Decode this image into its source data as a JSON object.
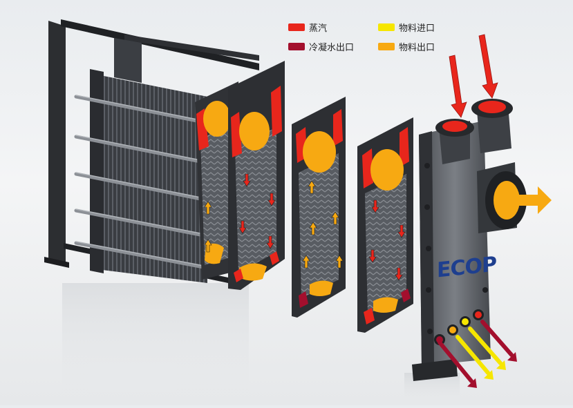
{
  "legend": {
    "items": [
      {
        "label": "蒸汽",
        "color": "#e8261c"
      },
      {
        "label": "冷凝水出口",
        "color": "#a30f2d"
      },
      {
        "label": "物料进口",
        "color": "#f6e600"
      },
      {
        "label": "物料出口",
        "color": "#f7a912"
      }
    ]
  },
  "brand": {
    "logo_text": "ECOP"
  },
  "colors": {
    "steam": "#e8261c",
    "condensate": "#a30f2d",
    "product_in": "#f6e600",
    "product_out": "#f7a912",
    "frame": "#2a2c2f",
    "plate": "#6e7176"
  }
}
